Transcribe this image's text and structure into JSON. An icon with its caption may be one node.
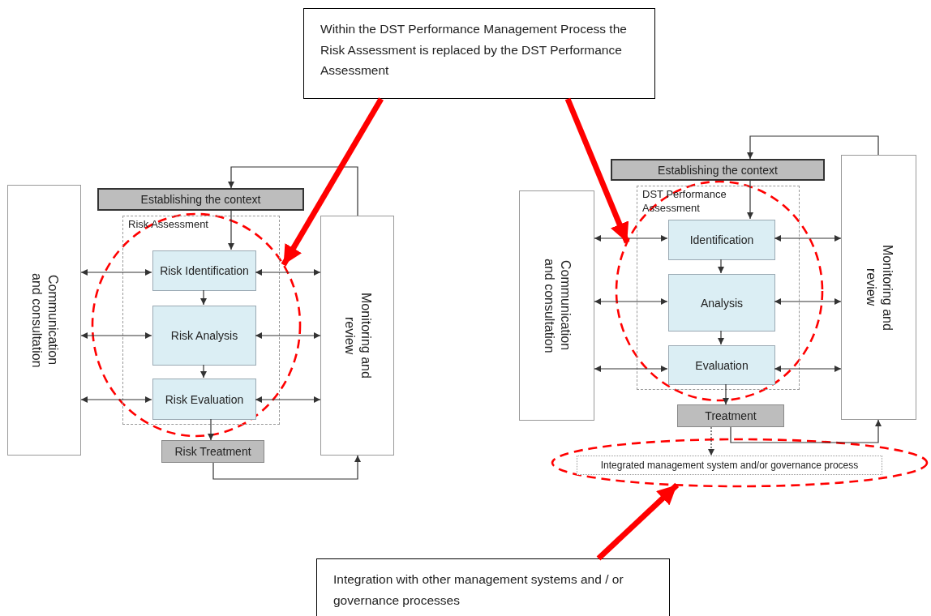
{
  "diagram": {
    "nodes": [
      {
        "text": [
          "Within the DST Performance Management Process the Risk Assessment is replaced by the DST Performance Assessment"
        ]
      },
      {
        "text": [
          "Establishing the context"
        ]
      },
      {
        "text": [
          "Communication and consultation"
        ]
      },
      {
        "text": [
          "Monitoring and review"
        ]
      },
      {
        "text": [
          "Risk Assessment"
        ],
        "in": 9
      },
      {
        "text": [
          "Risk Identification"
        ],
        "in": 4
      },
      {
        "text": [
          "Risk Analysis"
        ],
        "in": 4
      },
      {
        "text": [
          "Risk Evaluation"
        ],
        "in": 4
      },
      {
        "text": [
          "Risk Treatment"
        ]
      },
      {
        "text": [],
        "shape": "circle"
      },
      {
        "text": [
          "Establishing the context"
        ]
      },
      {
        "text": [
          "Communication and consultation"
        ]
      },
      {
        "text": [
          "Monitoring and review"
        ]
      },
      {
        "text": [
          "DST Performance Assessment"
        ],
        "in": 19
      },
      {
        "text": [
          "Identification"
        ],
        "in": 13
      },
      {
        "text": [
          "Analysis"
        ],
        "in": 13
      },
      {
        "text": [
          "Evaluation"
        ],
        "in": 13
      },
      {
        "text": [
          "Treatment"
        ]
      },
      {
        "text": [
          "Integrated management system and/or governance process"
        ],
        "in": 20
      },
      {
        "text": [],
        "shape": "circle"
      },
      {
        "text": [],
        "shape": "circle"
      },
      {
        "text": [
          "Integration with other management systems and / or governance processes"
        ]
      }
    ],
    "edges": [
      {
        "from": 3,
        "to": 1,
        "arrow": "to"
      },
      {
        "from": 1,
        "to": 5,
        "arrow": "to"
      },
      {
        "from": 2,
        "to": 5,
        "arrow": "both"
      },
      {
        "from": 5,
        "to": 3,
        "arrow": "both"
      },
      {
        "from": 2,
        "to": 6,
        "arrow": "both"
      },
      {
        "from": 6,
        "to": 3,
        "arrow": "both"
      },
      {
        "from": 2,
        "to": 7,
        "arrow": "both"
      },
      {
        "from": 7,
        "to": 3,
        "arrow": "both"
      },
      {
        "from": 5,
        "to": 6,
        "arrow": "to"
      },
      {
        "from": 6,
        "to": 7,
        "arrow": "to"
      },
      {
        "from": 7,
        "to": 8,
        "arrow": "to"
      },
      {
        "from": 8,
        "to": 3,
        "arrow": "to"
      },
      {
        "from": 12,
        "to": 10,
        "arrow": "to"
      },
      {
        "from": 10,
        "to": 14,
        "arrow": "to"
      },
      {
        "from": 11,
        "to": 14,
        "arrow": "both"
      },
      {
        "from": 14,
        "to": 12,
        "arrow": "both"
      },
      {
        "from": 11,
        "to": 15,
        "arrow": "both"
      },
      {
        "from": 15,
        "to": 12,
        "arrow": "both"
      },
      {
        "from": 11,
        "to": 16,
        "arrow": "both"
      },
      {
        "from": 16,
        "to": 12,
        "arrow": "both"
      },
      {
        "from": 14,
        "to": 15,
        "arrow": "to"
      },
      {
        "from": 15,
        "to": 16,
        "arrow": "to"
      },
      {
        "from": 16,
        "to": 17,
        "arrow": "to"
      },
      {
        "from": 17,
        "to": 12,
        "arrow": "to"
      },
      {
        "from": 17,
        "to": 18,
        "arrow": "to",
        "style": "dashed"
      },
      {
        "from": 0,
        "to": 9,
        "arrow": "to",
        "style": "thick",
        "color": "#ff0000"
      },
      {
        "from": 0,
        "to": 19,
        "arrow": "to",
        "style": "thick",
        "color": "#ff0000"
      },
      {
        "from": 21,
        "to": 20,
        "arrow": "to",
        "style": "thick",
        "color": "#ff0000"
      }
    ]
  }
}
